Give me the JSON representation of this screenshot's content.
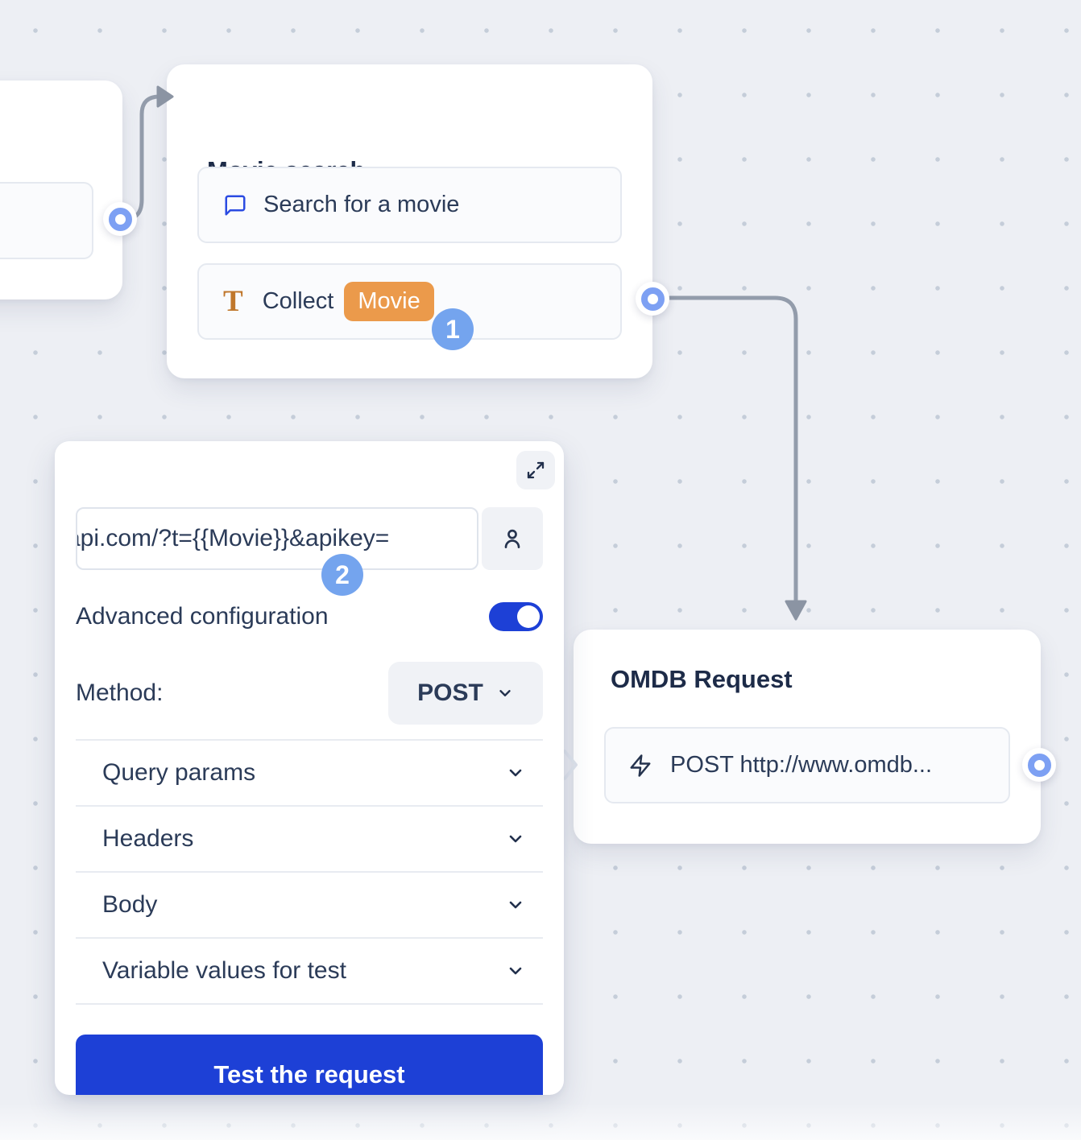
{
  "canvas": {
    "step_badges": {
      "step1": "1",
      "step2": "2"
    }
  },
  "movie_search_node": {
    "title": "Movie search",
    "items": [
      {
        "icon": "chat-bubble-icon",
        "label": "Search for a movie"
      },
      {
        "icon": "text-collect-icon",
        "label": "Collect",
        "variable_chip": "Movie"
      }
    ]
  },
  "partial_left_node": {
    "note": "card clipped at canvas left edge, no visible text"
  },
  "request_panel": {
    "url_input": {
      "visible_value": "api.com/?t={{Movie}}&apikey="
    },
    "person_button_icon": "person-icon",
    "expand_button_icon": "expand-icon",
    "advanced_configuration_label": "Advanced configuration",
    "advanced_configuration_enabled": true,
    "method_label": "Method:",
    "method_value": "POST",
    "sections": [
      "Query params",
      "Headers",
      "Body",
      "Variable values for test"
    ],
    "test_button_label": "Test the request"
  },
  "omdb_node": {
    "title": "OMDB Request",
    "items": [
      {
        "icon": "lightning-icon",
        "label": "POST http://www.omdb..."
      }
    ]
  },
  "colors": {
    "primary_blue": "#1d40d6",
    "badge_blue": "#74a4ee",
    "port_ring_blue": "#7da0f3",
    "chip_orange": "#eb9a4b",
    "t_icon_orange": "#c0772c",
    "chat_icon_blue": "#2b4be2",
    "connector_gray": "#939cab",
    "text_dark": "#2b3b58",
    "canvas_bg": "#edeff4"
  }
}
